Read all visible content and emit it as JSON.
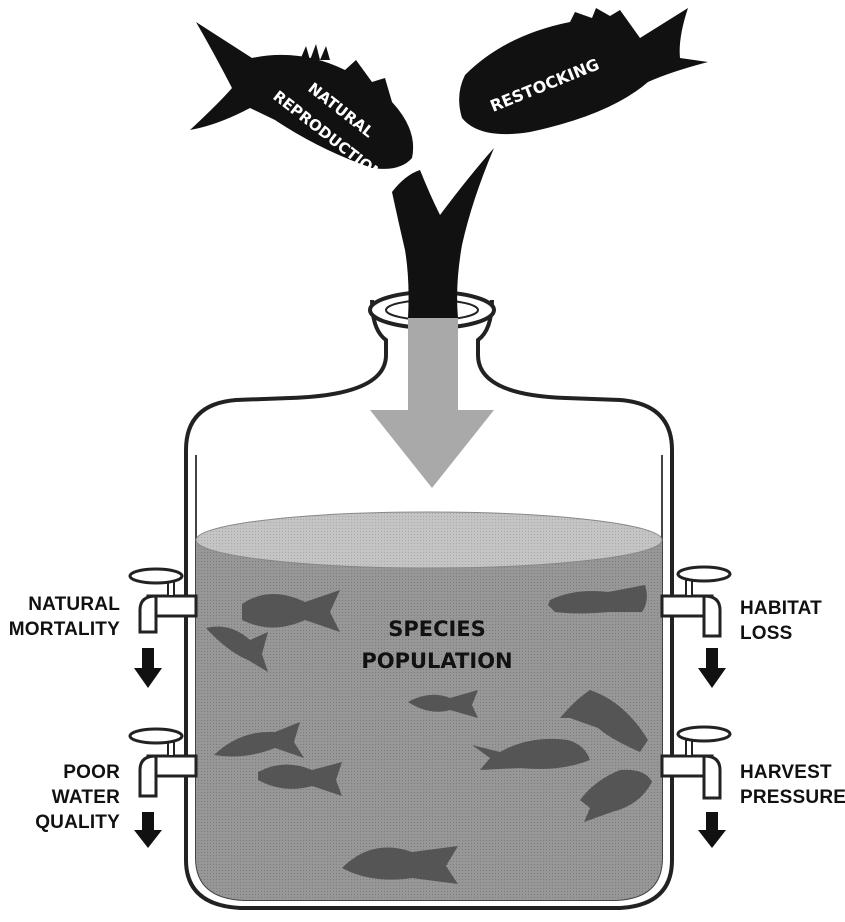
{
  "inputs": {
    "natural_reproduction": [
      "NATURAL",
      "REPRODUCTION"
    ],
    "restocking": "RESTOCKING"
  },
  "population_label": [
    "SPECIES",
    "POPULATION"
  ],
  "outputs": {
    "natural_mortality": [
      "NATURAL",
      "MORTALITY"
    ],
    "poor_water_quality": [
      "POOR",
      "WATER",
      "QUALITY"
    ],
    "habitat_loss": [
      "HABITAT",
      "LOSS"
    ],
    "harvest_pressure": [
      "HARVEST",
      "PRESSURE"
    ]
  },
  "colors": {
    "ink": "#111111",
    "water": "#8f8f8f",
    "water_surface": "#bdbdbd",
    "arrow": "#a9a9a9",
    "fish": "#555555",
    "jar_outline": "#222222"
  }
}
